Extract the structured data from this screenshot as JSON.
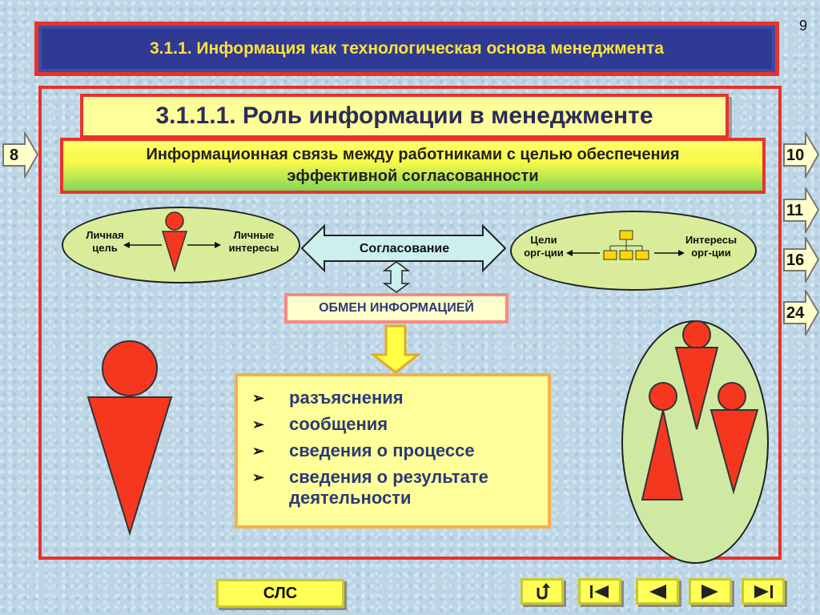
{
  "page_number": "9",
  "header": {
    "title": "3.1.1. Информация как технологическая основа менеджмента"
  },
  "subtitle": "3.1.1.1. Роль информации в менеджменте",
  "info_bar": {
    "line1": "Информационная связь между работниками с целью обеспечения",
    "line2": "эффективной согласованности"
  },
  "nav": {
    "prev": "8",
    "links": [
      "10",
      "11",
      "16",
      "24"
    ]
  },
  "left_ellipse": {
    "goal_line1": "Личная",
    "goal_line2": "цель",
    "interest_line1": "Личные",
    "interest_line2": "интересы"
  },
  "center_arrow": "Согласование",
  "right_ellipse": {
    "goal_line1": "Цели",
    "goal_line2": "орг-ции",
    "interest_line1": "Интересы",
    "interest_line2": "орг-ции"
  },
  "exchange_box": "ОБМЕН ИНФОРМАЦИЕЙ",
  "list": {
    "items": [
      {
        "line1": "разъяснения",
        "line2": ""
      },
      {
        "line1": "сообщения",
        "line2": ""
      },
      {
        "line1": "сведения о процессе",
        "line2": ""
      },
      {
        "line1": "сведения о результате",
        "line2": "деятельности"
      }
    ]
  },
  "footer": {
    "slc_label": "СЛС"
  },
  "colors": {
    "accent_red": "#e8322b",
    "title_bg": "#2e3a93",
    "title_text": "#ffe23a",
    "figure_red": "#f5371f"
  }
}
